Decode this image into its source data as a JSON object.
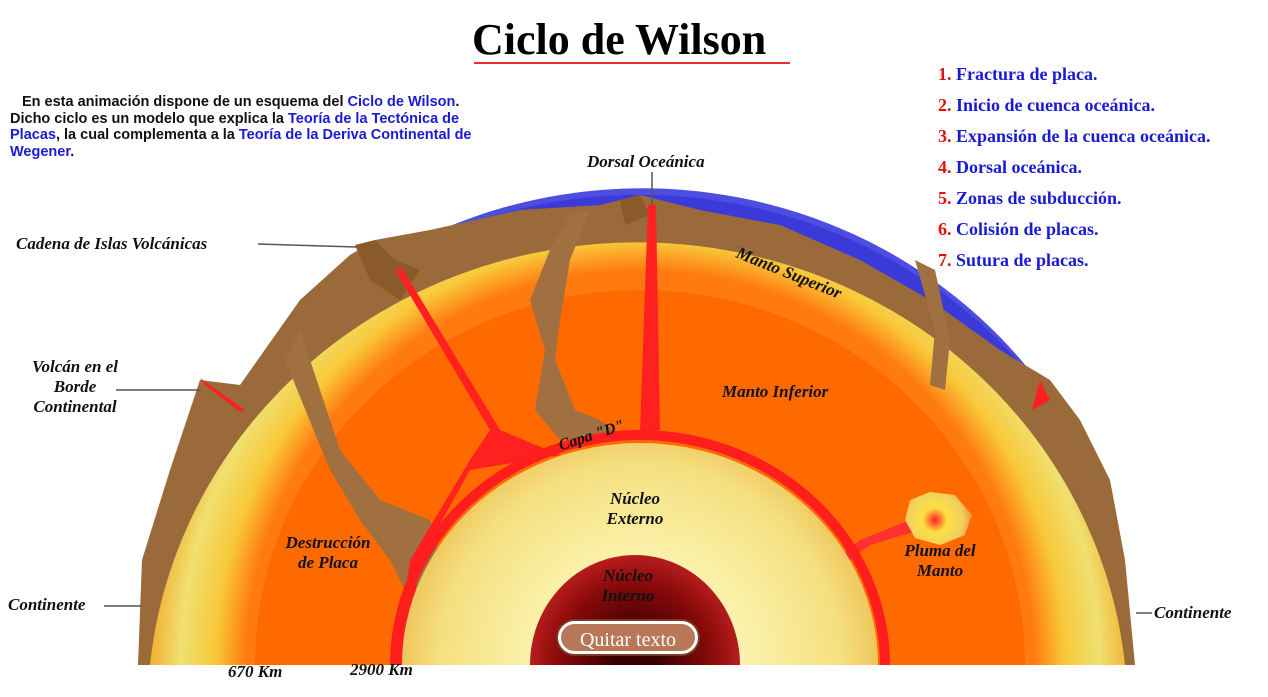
{
  "title": "Ciclo de Wilson",
  "intro": {
    "p1": "En esta animación dispone de un esquema del ",
    "l1": "Ciclo de Wilson",
    "p2": ". Dicho ciclo es un modelo que explica la ",
    "l2": "Teoría de la Tectónica de Placas",
    "p3": ", la cual complementa a la ",
    "l3": "Teoría de la Deriva Continental de Wegener",
    "p4": "."
  },
  "steps": [
    {
      "num": "1.",
      "text": "Fractura de placa."
    },
    {
      "num": "2.",
      "text": "Inicio de cuenca oceánica."
    },
    {
      "num": "3.",
      "text": "Expansión de la cuenca oceánica."
    },
    {
      "num": "4.",
      "text": "Dorsal oceánica."
    },
    {
      "num": "5.",
      "text": "Zonas de subducción."
    },
    {
      "num": "6.",
      "text": "Colisión de placas."
    },
    {
      "num": "7.",
      "text": "Sutura de placas."
    }
  ],
  "labels": {
    "dorsal": "Dorsal Oceánica",
    "islas": "Cadena de Islas Volcánicas",
    "volcan_1": "Volcán en el",
    "volcan_2": "Borde",
    "volcan_3": "Continental",
    "manto_superior": "Manto Superior",
    "manto_inferior": "Manto Inferior",
    "capa_d": "Capa \"D\"",
    "nucleo_externo_1": "Núcleo",
    "nucleo_externo_2": "Externo",
    "nucleo_interno_1": "Núcleo",
    "nucleo_interno_2": "Interno",
    "destruccion_1": "Destrucción",
    "destruccion_2": "de Placa",
    "pluma_1": "Pluma del",
    "pluma_2": "Manto",
    "continente_left": "Continente",
    "continente_right": "Continente",
    "km_670": "670 Km",
    "km_2900": "2900 Km"
  },
  "button": {
    "label": "Quitar texto"
  },
  "colors": {
    "ocean": "#3a3ad8",
    "crust": "#9a6a3a",
    "upper_mantle": "#f2c43a",
    "lower_mantle": "#ff6a00",
    "magma": "#ff2020",
    "outer_core": "#f5e890",
    "inner_core": "#8a0808",
    "step_number": "#e01010",
    "step_text": "#1a1ad6"
  }
}
